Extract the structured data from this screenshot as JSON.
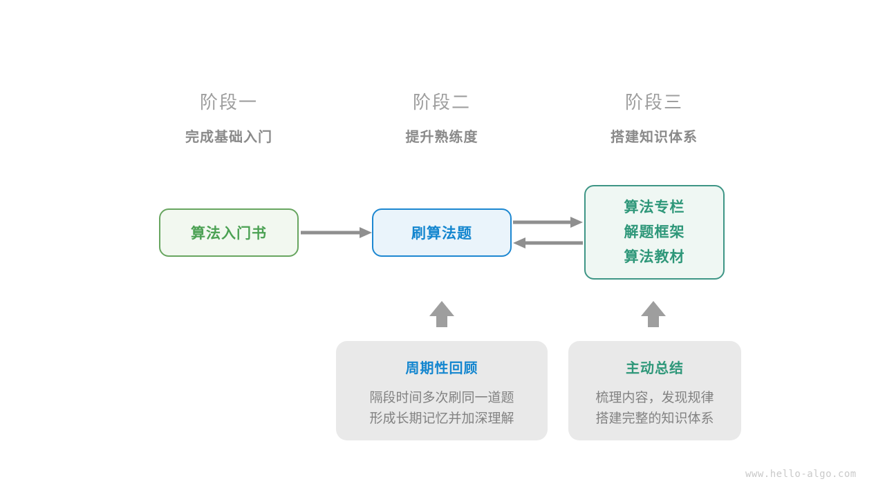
{
  "colors": {
    "stage-title-color": "#9e9e9e",
    "stage-subtitle-color": "#8a8a8a",
    "green-border": "#67a55f",
    "green-bg": "#f2f8f0",
    "green-text": "#4ba153",
    "blue-border": "#1c87d1",
    "blue-bg": "#eaf4fb",
    "blue-text": "#1486cf",
    "teal-border": "#3d9585",
    "teal-bg": "#eff7f3",
    "teal-text": "#2e9779",
    "note-bg": "#e9e9e9",
    "body-text-color": "#828282",
    "arrow-line-color": "#8f8f8f",
    "arrow-block-color": "#9e9e9e",
    "watermark-color": "#c9c9c9"
  },
  "stages": [
    {
      "title": "阶段一",
      "subtitle": "完成基础入门"
    },
    {
      "title": "阶段二",
      "subtitle": "提升熟练度"
    },
    {
      "title": "阶段三",
      "subtitle": "搭建知识体系"
    }
  ],
  "nodes": {
    "intro_book": {
      "label": "算法入门书"
    },
    "practice": {
      "label": "刷算法题"
    },
    "resources": {
      "lines": [
        "算法专栏",
        "解题框架",
        "算法教材"
      ]
    }
  },
  "notes": [
    {
      "title": "周期性回顾",
      "lines": [
        "隔段时间多次刷同一道题",
        "形成长期记忆并加深理解"
      ]
    },
    {
      "title": "主动总结",
      "lines": [
        "梳理内容，发现规律",
        "搭建完整的知识体系"
      ]
    }
  ],
  "watermark": "www.hello-algo.com"
}
